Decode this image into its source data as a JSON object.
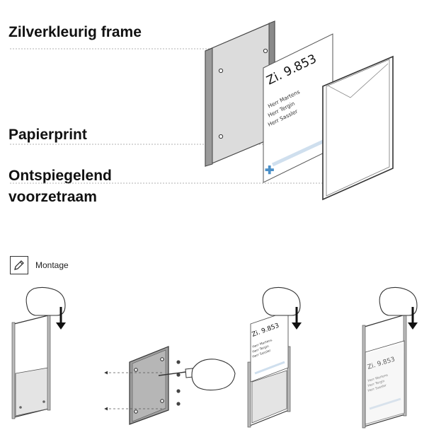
{
  "labels": {
    "frame": "Zilverkleurig frame",
    "paper": "Papierprint",
    "glass_line1": "Ontspiegelend",
    "glass_line2": "voorzetraam"
  },
  "sign": {
    "room": "Zi. 9.853",
    "names": [
      "Herr Martens",
      "Herr Tergin",
      "Herr Sassler"
    ]
  },
  "montage": {
    "title": "Montage",
    "icon": "pencil-icon"
  },
  "colors": {
    "frame_silver": "#b8b8b8",
    "frame_dark": "#6a6a6a",
    "accent_blue": "#4a8fc7",
    "glass_tint": "#e6e6e6"
  }
}
